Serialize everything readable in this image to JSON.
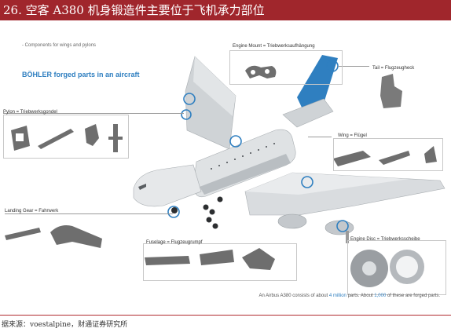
{
  "title": "26. 空客 A380 机身锻造件主要位于飞机承力部位",
  "subtitle": "- Components for wings and pylons",
  "headline": "BÖHLER forged parts in an aircraft",
  "callouts": {
    "engine_mount": "Engine Mount = Triebwerksaufhängung",
    "tail": "Tail = Flugzeugheck",
    "pylon": "Pylon = Triebwerksgondel",
    "wing": "Wing = Flügel",
    "landing_gear": "Landing Gear = Fahrwerk",
    "fuselage": "Fuselage = Flugzeugrumpf",
    "engine_disc": "Engine Disc = Triebwerksscheibe"
  },
  "note": {
    "prefix": "An Airbus A380 consists of about ",
    "parts_total": "4 million",
    "middle": " parts. About ",
    "forged_total": "1,000",
    "suffix": " of these are forged parts."
  },
  "source": "据来源：voestalpine，财通证券研究所",
  "colors": {
    "title_bar": "#a0262c",
    "highlight": "#2f7fc0",
    "tail_fin": "#2f7fc0",
    "parts": "#6e6e6e"
  }
}
